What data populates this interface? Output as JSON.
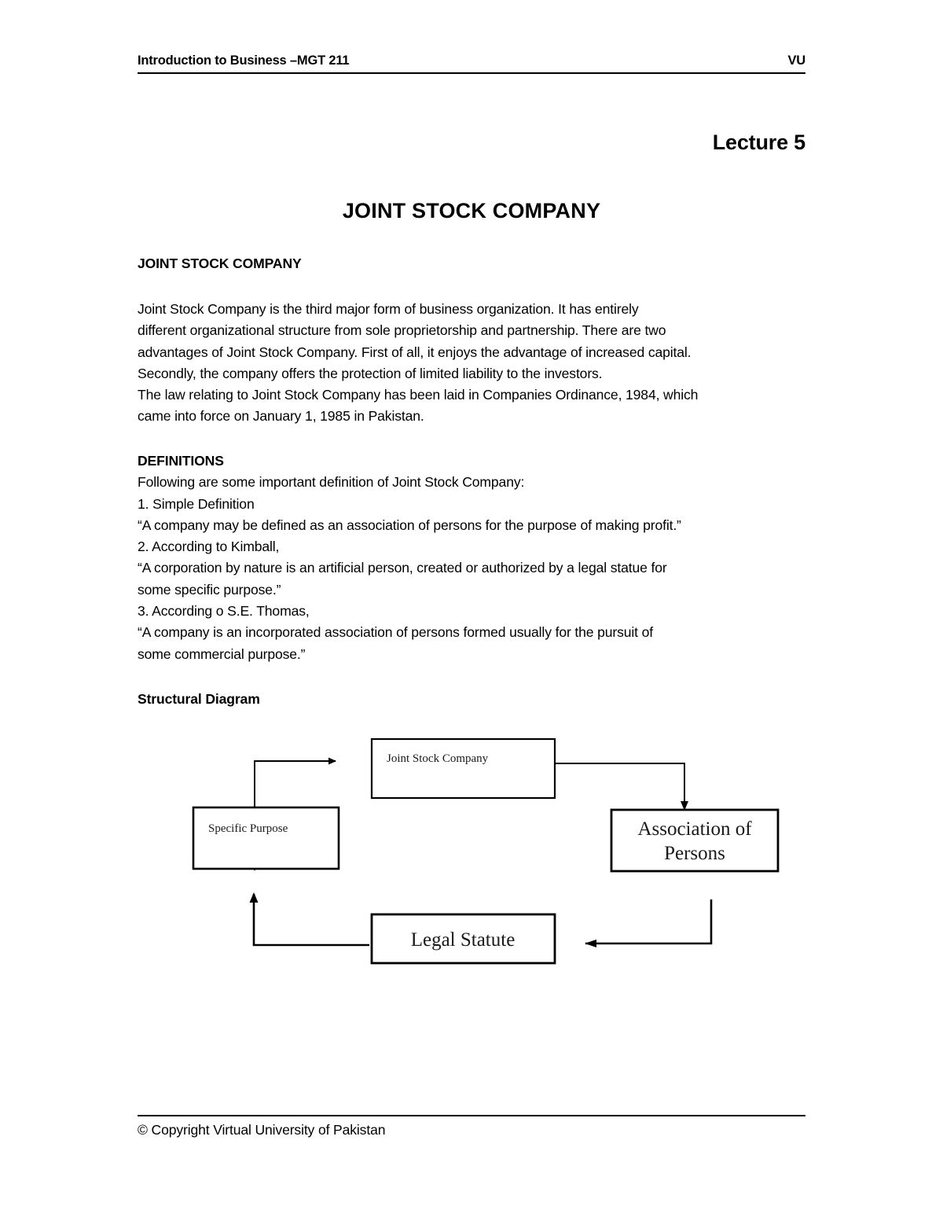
{
  "header": {
    "left_text": "Introduction to Business –MGT 211",
    "right_text": "VU"
  },
  "lecture_label": "Lecture 5",
  "title": "JOINT STOCK COMPANY",
  "sections": {
    "jsc": {
      "heading": "JOINT STOCK COMPANY",
      "paragraph_lines": [
        "Joint Stock Company is the third major form of business organization. It has entirely",
        "different organizational structure from sole proprietorship and partnership. There are two",
        "advantages of Joint Stock Company. First of all, it enjoys the advantage of increased capital.",
        "Secondly, the company offers the protection of limited liability to the investors.",
        "The law relating to Joint Stock Company has been laid in Companies Ordinance, 1984, which",
        "came into force on January 1, 1985 in Pakistan."
      ]
    },
    "definitions": {
      "heading": "DEFINITIONS",
      "intro": "Following are some important definition of Joint Stock Company:",
      "items": [
        "1. Simple Definition",
        "“A company may be defined as an association of persons for the purpose of making profit.”",
        "2. According to Kimball,",
        "“A corporation by nature is an artificial person, created or authorized by a legal statue for",
        "some specific purpose.”",
        "3. According o S.E. Thomas,",
        "“A company is an incorporated association of persons formed usually for the pursuit of",
        "some commercial purpose.”"
      ]
    },
    "structural": {
      "heading": "Structural Diagram"
    }
  },
  "diagram": {
    "nodes": [
      {
        "id": "joint-stock-company",
        "label": "Joint Stock Company"
      },
      {
        "id": "association-of-persons",
        "label_line1": "Association of",
        "label_line2": "Persons"
      },
      {
        "id": "legal-statute",
        "label": "Legal Statute"
      },
      {
        "id": "specific-purpose",
        "label": "Specific Purpose"
      }
    ],
    "flow": [
      {
        "from": "specific-purpose",
        "to": "joint-stock-company"
      },
      {
        "from": "joint-stock-company",
        "to": "association-of-persons"
      },
      {
        "from": "association-of-persons",
        "to": "legal-statute"
      },
      {
        "from": "legal-statute",
        "to": "specific-purpose"
      }
    ]
  },
  "footer": {
    "copyright": "© Copyright Virtual University of Pakistan"
  }
}
